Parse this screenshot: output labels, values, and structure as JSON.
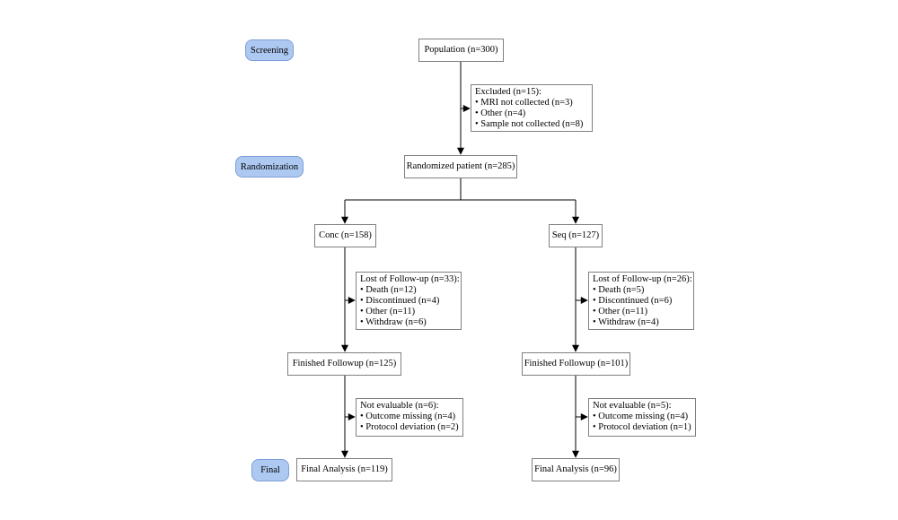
{
  "diagram": {
    "stages": {
      "screening": "Screening",
      "randomization": "Randomization",
      "final": "Final"
    },
    "nodes": {
      "population": {
        "label": "Population (n=300)"
      },
      "excluded": {
        "title": "Excluded (n=15):",
        "items": [
          "• MRI not collected (n=3)",
          "• Other (n=4)",
          "• Sample not collected (n=8)"
        ]
      },
      "randomized": {
        "label": "Randomized patient (n=285)"
      },
      "conc": {
        "label": "Conc (n=158)"
      },
      "seq": {
        "label": "Seq (n=127)"
      },
      "lost_conc": {
        "title": "Lost of Follow-up (n=33):",
        "items": [
          "• Death (n=12)",
          "• Discontinued (n=4)",
          "• Other (n=11)",
          "• Withdraw (n=6)"
        ]
      },
      "lost_seq": {
        "title": "Lost of Follow-up (n=26):",
        "items": [
          "• Death (n=5)",
          "• Discontinued (n=6)",
          "• Other (n=11)",
          "• Withdraw (n=4)"
        ]
      },
      "finished_conc": {
        "label": "Finished Followup (n=125)"
      },
      "finished_seq": {
        "label": "Finished Followup (n=101)"
      },
      "not_evaluable_conc": {
        "title": "Not evaluable (n=6):",
        "items": [
          "• Outcome missing (n=4)",
          "• Protocol deviation (n=2)"
        ]
      },
      "not_evaluable_seq": {
        "title": "Not evaluable (n=5):",
        "items": [
          "• Outcome missing (n=4)",
          "• Protocol deviation (n=1)"
        ]
      },
      "final_conc": {
        "label": "Final Analysis (n=119)"
      },
      "final_seq": {
        "label": "Final Analysis (n=96)"
      }
    },
    "colors": {
      "stage_fill": "#ADC9F2",
      "stage_border": "#7D9FD6",
      "node_border": "#808080",
      "line": "#000000"
    }
  }
}
